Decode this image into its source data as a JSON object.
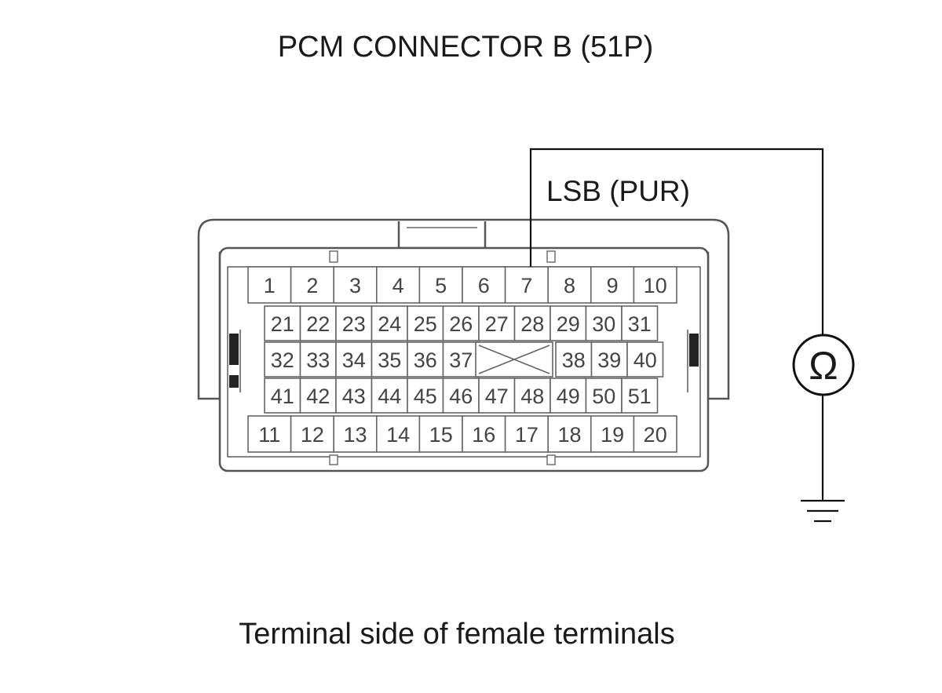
{
  "title": "PCM CONNECTOR B (51P)",
  "wire_label": "LSB (PUR)",
  "caption": "Terminal side of female terminals",
  "meter_symbol": "Ω",
  "meter_icon": "ohmmeter-icon",
  "ground_icon": "ground-icon",
  "connector": {
    "probed_pin": "7",
    "rows": [
      [
        "1",
        "2",
        "3",
        "4",
        "5",
        "6",
        "7",
        "8",
        "9",
        "10"
      ],
      [
        "21",
        "22",
        "23",
        "24",
        "25",
        "26",
        "27",
        "28",
        "29",
        "30",
        "31"
      ],
      [
        "32",
        "33",
        "34",
        "35",
        "36",
        "37",
        "",
        "38",
        "39",
        "40"
      ],
      [
        "41",
        "42",
        "43",
        "44",
        "45",
        "46",
        "47",
        "48",
        "49",
        "50",
        "51"
      ],
      [
        "11",
        "12",
        "13",
        "14",
        "15",
        "16",
        "17",
        "18",
        "19",
        "20"
      ]
    ]
  }
}
